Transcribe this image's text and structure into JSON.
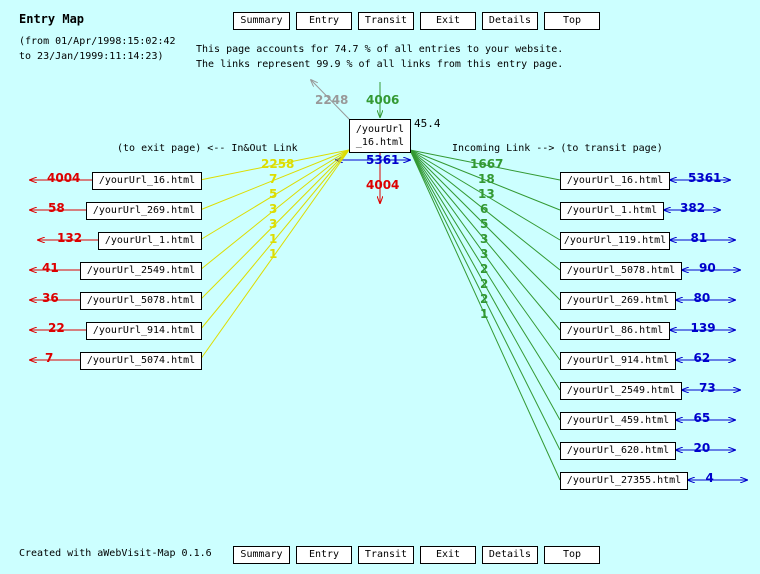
{
  "header": {
    "title": "Entry Map",
    "period_line1": "(from 01/Apr/1998:15:02:42",
    "period_line2": "to 23/Jan/1999:11:14:23)",
    "summary_line1": "This page accounts for 74.7 % of all entries to your website.",
    "summary_line2": "The links represent 99.9 % of all links from this entry page."
  },
  "nav": [
    "Summary",
    "Entry",
    "Transit",
    "Exit",
    "Details",
    "Top"
  ],
  "center": {
    "line1": "/yourUrl",
    "line2": "_16.html",
    "percent": "45.4",
    "top_gray": "2248",
    "top_green": "4006",
    "self_blue": "5361",
    "down_red": "4004"
  },
  "left_header": "(to exit page) <-- In&Out Link",
  "right_header": "Incoming Link --> (to transit page)",
  "exit_pages": [
    {
      "url": "/yourUrl_16.html",
      "count": "4004"
    },
    {
      "url": "/yourUrl_269.html",
      "count": "58"
    },
    {
      "url": "/yourUrl_1.html",
      "count": "132"
    },
    {
      "url": "/yourUrl_2549.html",
      "count": "41"
    },
    {
      "url": "/yourUrl_5078.html",
      "count": "36"
    },
    {
      "url": "/yourUrl_914.html",
      "count": "22"
    },
    {
      "url": "/yourUrl_5074.html",
      "count": "7"
    }
  ],
  "inout_counts": [
    "2258",
    "7",
    "5",
    "3",
    "3",
    "1",
    "1"
  ],
  "transit_pages": [
    {
      "url": "/yourUrl_16.html",
      "count": "5361"
    },
    {
      "url": "/yourUrl_1.html",
      "count": "382"
    },
    {
      "url": "/yourUrl_119.html",
      "count": "81"
    },
    {
      "url": "/yourUrl_5078.html",
      "count": "90"
    },
    {
      "url": "/yourUrl_269.html",
      "count": "80"
    },
    {
      "url": "/yourUrl_86.html",
      "count": "139"
    },
    {
      "url": "/yourUrl_914.html",
      "count": "62"
    },
    {
      "url": "/yourUrl_2549.html",
      "count": "73"
    },
    {
      "url": "/yourUrl_459.html",
      "count": "65"
    },
    {
      "url": "/yourUrl_620.html",
      "count": "20"
    },
    {
      "url": "/yourUrl_27355.html",
      "count": "4"
    }
  ],
  "incoming_counts": [
    "1667",
    "18",
    "13",
    "6",
    "5",
    "3",
    "3",
    "2",
    "2",
    "2",
    "1"
  ],
  "footer": {
    "credit": "Created with aWebVisit-Map 0.1.6"
  },
  "colors": {
    "background": "#ccffff",
    "exit": "#dd0000",
    "transit": "#0000cc",
    "incoming": "#339933",
    "inout": "#dddd00",
    "gray": "#999999"
  }
}
